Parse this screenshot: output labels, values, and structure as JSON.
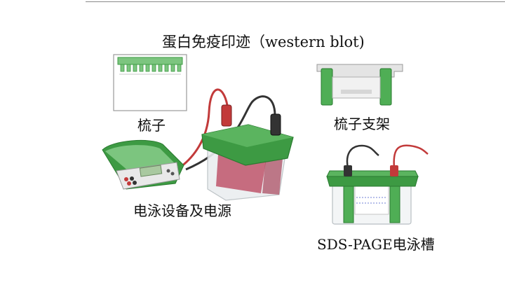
{
  "title": "蛋白免疫印迹（western blot)",
  "labels": {
    "comb": "梳子",
    "comb_holder": "梳子支架",
    "power_supply": "电泳设备及电源",
    "sds_page_tank": "SDS-PAGE电泳槽"
  },
  "colors": {
    "green": "#3d9a43",
    "green_dark": "#2a7a30",
    "green_light": "#7cc57f",
    "gel_red": "#c0556b",
    "cable_red": "#c23a3a",
    "cable_black": "#333333"
  }
}
